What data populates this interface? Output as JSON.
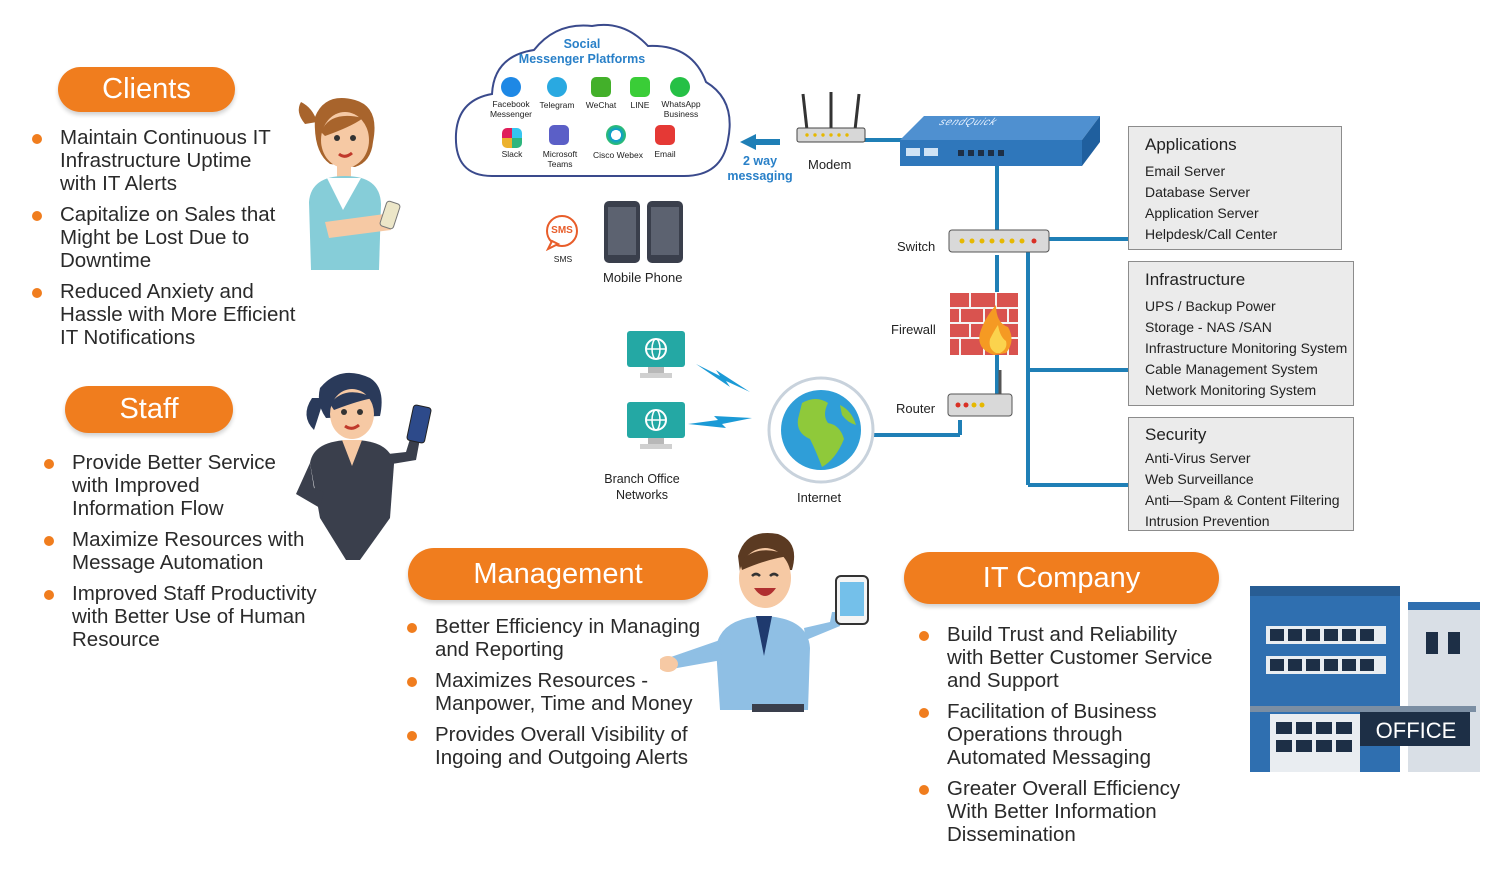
{
  "clients": {
    "title": "Clients",
    "items": [
      "Maintain Continuous IT\nInfrastructure Uptime\nwith IT Alerts",
      "Capitalize on Sales that\nMight be Lost Due to\nDowntime",
      "Reduced Anxiety and\nHassle with More Efficient\nIT Notifications"
    ]
  },
  "staff": {
    "title": "Staff",
    "items": [
      "Provide Better Service\nwith Improved\nInformation Flow",
      "Maximize Resources with\nMessage Automation",
      "Improved Staff Productivity\nwith Better Use of Human\nResource"
    ]
  },
  "management": {
    "title": "Management",
    "items": [
      "Better Efficiency in Managing\nand Reporting",
      "Maximizes Resources -\nManpower, Time and Money",
      "Provides Overall Visibility of\nIngoing and Outgoing Alerts"
    ]
  },
  "it_company": {
    "title": "IT Company",
    "items": [
      "Build Trust and Reliability\nwith Better Customer Service\nand Support",
      "Facilitation of Business\nOperations through\nAutomated Messaging",
      "Greater Overall Efficiency\nWith Better Information\nDissemination"
    ]
  },
  "cloud": {
    "title_line1": "Social",
    "title_line2": "Messenger Platforms",
    "platforms": [
      {
        "name_l1": "Facebook",
        "name_l2": "Messenger",
        "icon": "facebook-messenger-icon",
        "color": "#1e88e5"
      },
      {
        "name_l1": "Telegram",
        "name_l2": "",
        "icon": "telegram-icon",
        "color": "#29a9e1"
      },
      {
        "name_l1": "WeChat",
        "name_l2": "",
        "icon": "wechat-icon",
        "color": "#43b02a"
      },
      {
        "name_l1": "LINE",
        "name_l2": "",
        "icon": "line-icon",
        "color": "#3acd37"
      },
      {
        "name_l1": "WhatsApp",
        "name_l2": "Business",
        "icon": "whatsapp-icon",
        "color": "#25c045"
      },
      {
        "name_l1": "Slack",
        "name_l2": "",
        "icon": "slack-icon",
        "color": "#e01e5a"
      },
      {
        "name_l1": "Microsoft",
        "name_l2": "Teams",
        "icon": "teams-icon",
        "color": "#5b5fc7"
      },
      {
        "name_l1": "Cisco Webex",
        "name_l2": "",
        "icon": "webex-icon",
        "color": "#0a9ad6"
      },
      {
        "name_l1": "Email",
        "name_l2": "",
        "icon": "email-icon",
        "color": "#e53935"
      }
    ]
  },
  "network": {
    "two_way_l1": "2 way",
    "two_way_l2": "messaging",
    "modem": "Modem",
    "device_brand": "sendQuick",
    "switch": "Switch",
    "firewall": "Firewall",
    "router": "Router",
    "internet": "Internet",
    "sms_badge": "SMS",
    "sms": "SMS",
    "mobile_phone": "Mobile Phone",
    "branch_l1": "Branch Office",
    "branch_l2": "Networks",
    "office_sign": "OFFICE"
  },
  "applications": {
    "title": "Applications",
    "items": [
      "Email Server",
      "Database Server",
      "Application Server",
      "Helpdesk/Call Center"
    ]
  },
  "infrastructure": {
    "title": "Infrastructure",
    "items": [
      "UPS / Backup Power",
      "Storage - NAS /SAN",
      "Infrastructure Monitoring System",
      "Cable Management System",
      "Network Monitoring System"
    ]
  },
  "security": {
    "title": "Security",
    "items": [
      "Anti-Virus Server",
      "Web Surveillance",
      "Anti—Spam & Content Filtering",
      "Intrusion Prevention"
    ]
  },
  "colors": {
    "accent": "#f07d1e",
    "network_line": "#1f7fb6",
    "device_blue": "#2f77bb",
    "building": "#2f6fb0"
  }
}
